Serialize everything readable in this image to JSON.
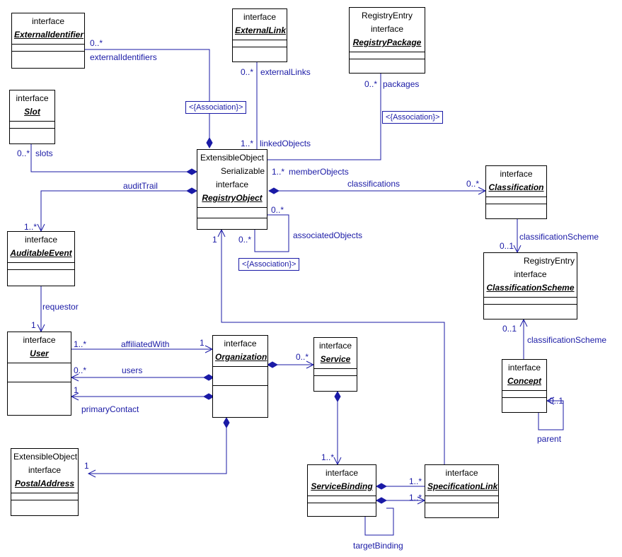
{
  "classes": {
    "external_identifier": {
      "lines": [
        "interface"
      ],
      "name": "ExternalIdentifier"
    },
    "external_link": {
      "lines": [
        "interface"
      ],
      "name": "ExternalLink"
    },
    "registry_package": {
      "lines": [
        "RegistryEntry",
        "interface"
      ],
      "name": "RegistryPackage"
    },
    "slot": {
      "lines": [
        "interface"
      ],
      "name": "Slot"
    },
    "registry_object": {
      "lines": [
        "ExtensibleObject",
        "Serializable",
        "interface"
      ],
      "name": "RegistryObject"
    },
    "classification": {
      "lines": [
        "interface"
      ],
      "name": "Classification"
    },
    "auditable_event": {
      "lines": [
        "interface"
      ],
      "name": "AuditableEvent"
    },
    "classification_scheme": {
      "lines": [
        "RegistryEntry",
        "interface"
      ],
      "name": "ClassificationScheme"
    },
    "user": {
      "lines": [
        "interface"
      ],
      "name": "User"
    },
    "organization": {
      "lines": [
        "interface"
      ],
      "name": "Organization"
    },
    "service": {
      "lines": [
        "interface"
      ],
      "name": "Service"
    },
    "concept": {
      "lines": [
        "interface"
      ],
      "name": "Concept"
    },
    "postal_address": {
      "lines": [
        "ExtensibleObject",
        "interface"
      ],
      "name": "PostalAddress"
    },
    "service_binding": {
      "lines": [
        "interface"
      ],
      "name": "ServiceBinding"
    },
    "specification_link": {
      "lines": [
        "interface"
      ],
      "name": "SpecificationLink"
    }
  },
  "labels": {
    "ext_id_mult": "0..*",
    "ext_id_role": "externalIdentifiers",
    "ext_link_mult": "0..*",
    "ext_link_role": "externalLinks",
    "packages_mult": "0..*",
    "packages_role": "packages",
    "slots_mult": "0..*",
    "slots_role": "slots",
    "linked_mult": "1..*",
    "linked_role": "linkedObjects",
    "member_mult": "1..*",
    "member_role": "memberObjects",
    "audit_role": "auditTrail",
    "audit_mult": "1..*",
    "classif_role": "classifications",
    "classif_mult": "0..*",
    "assoc_mult_top": "0..*",
    "assoc_mult_left": "0..*",
    "assoc_role": "associatedObjects",
    "ro_mult_one": "1",
    "scheme_role_1": "classificationScheme",
    "scheme_mult_1": "0..1",
    "requestor_role": "requestor",
    "requestor_mult": "1",
    "affil_mult_user": "1..*",
    "affil_role": "affiliatedWith",
    "affil_mult_org": "1",
    "users_mult": "0..*",
    "users_role": "users",
    "primary_mult": "1",
    "primary_role": "primaryContact",
    "service_mult": "0..*",
    "scheme_mult_2": "0..1",
    "scheme_role_2": "classificationScheme",
    "parent_mult": "0..1",
    "parent_role": "parent",
    "postal_mult": "1",
    "binding_mult": "1..*",
    "spec_mult_1": "1..*",
    "spec_mult_2": "1..*",
    "target_role": "targetBinding"
  },
  "stereotypes": {
    "assoc_1": "<{Association}>",
    "assoc_2": "<{Association}>",
    "assoc_3": "<{Association}>"
  },
  "colors": {
    "line": "#1a1aa6",
    "box_border": "#000000"
  }
}
